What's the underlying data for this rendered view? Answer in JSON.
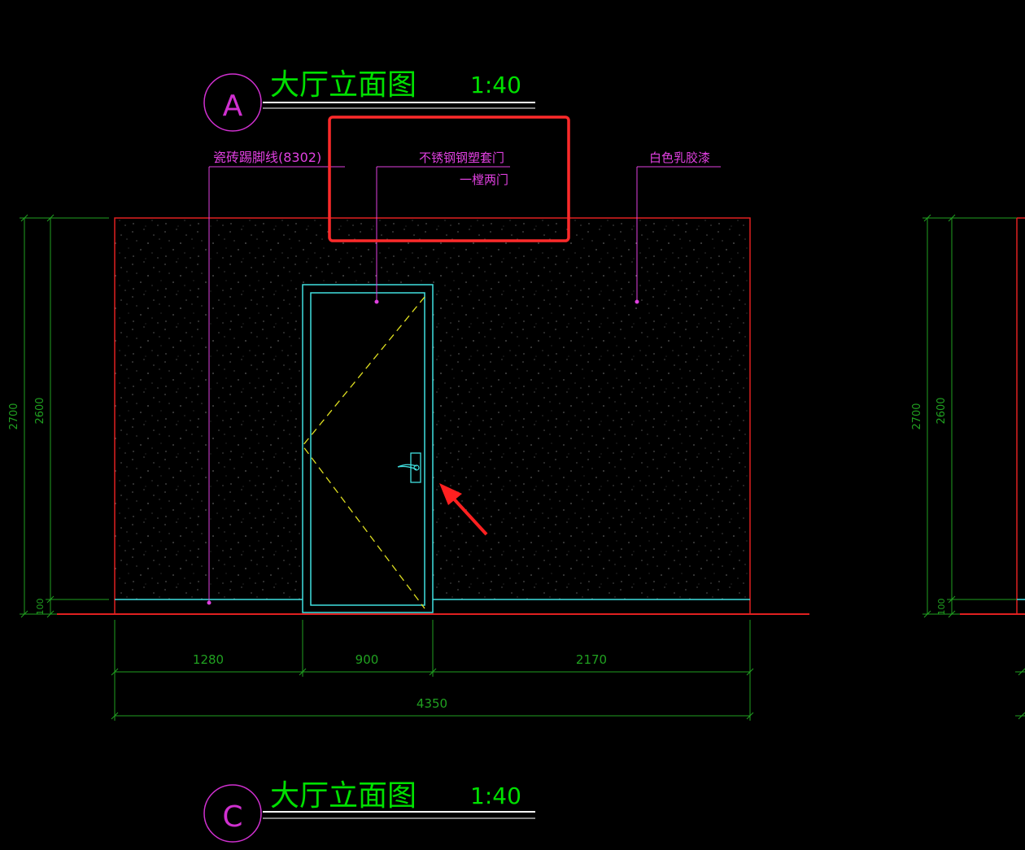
{
  "drawing": {
    "title_top": {
      "marker": "A",
      "title": "大厅立面图",
      "scale": "1:40"
    },
    "title_bottom": {
      "marker": "C",
      "title": "大厅立面图",
      "scale": "1:40"
    },
    "callouts": {
      "baseboard": "瓷砖踢脚线(8302)",
      "door_line1": "不锈钢钢塑套门",
      "door_line2": "一樘两门",
      "wall_paint": "白色乳胶漆"
    },
    "dimensions": {
      "height_total": "2700",
      "height_inner": "2600",
      "height_base": "100",
      "width_left": "1280",
      "width_door": "900",
      "width_right": "2170",
      "width_total": "4350",
      "right_height_total": "2700",
      "right_height_inner": "2600",
      "right_height_base": "100"
    },
    "colors": {
      "background": "#000000",
      "wall_outline": "#e02020",
      "door": "#40e0e0",
      "door_swing": "#e0e020",
      "callout": "#e040e0",
      "dimension": "#20a020",
      "title": "#00e000",
      "highlight_box": "#ff2a2a",
      "arrow": "#ff2020"
    }
  }
}
